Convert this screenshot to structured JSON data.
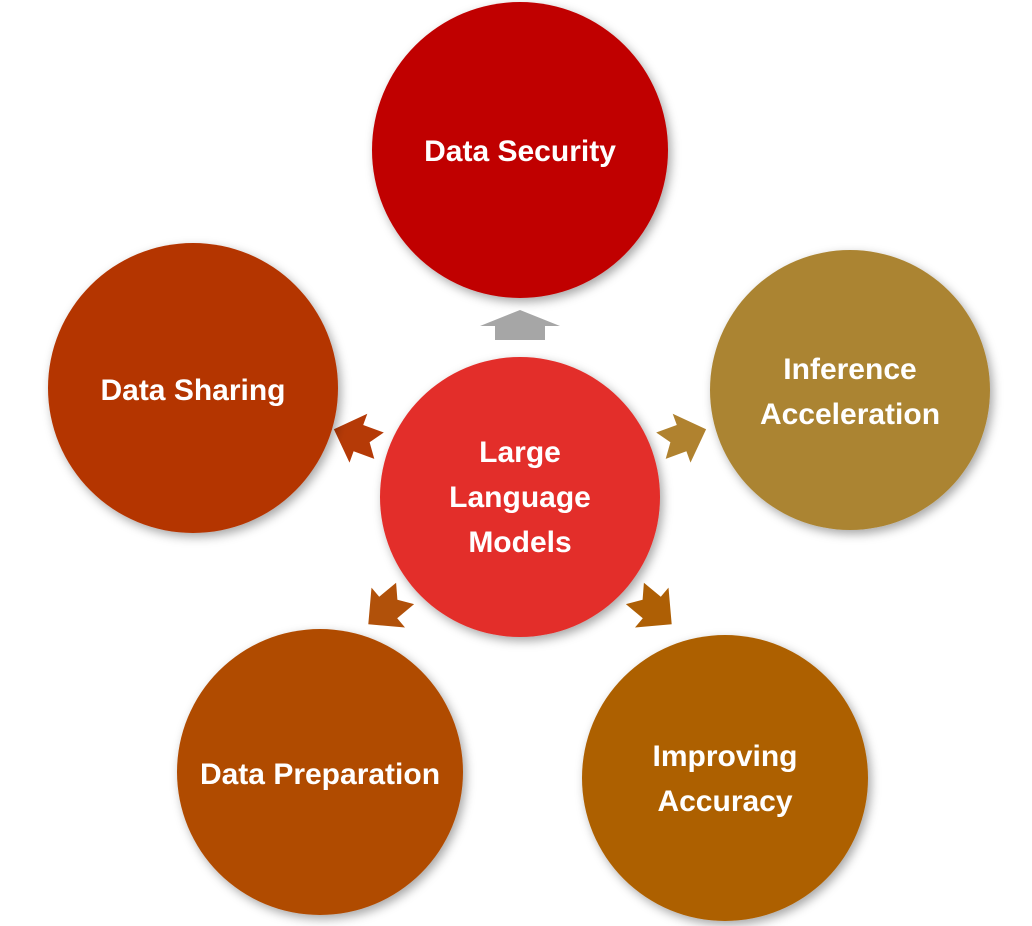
{
  "center": {
    "label_lines": [
      "Large",
      "Language",
      "Models"
    ],
    "color": "#E32D29"
  },
  "nodes": [
    {
      "id": "data-security",
      "label_lines": [
        "Data Security"
      ],
      "color": "#C00000",
      "arrow_color": "#A6A6A6"
    },
    {
      "id": "inference-acceleration",
      "label_lines": [
        "Inference",
        "Acceleration"
      ],
      "color": "#AB8433",
      "arrow_color": "#B0822F"
    },
    {
      "id": "improving-accuracy",
      "label_lines": [
        "Improving",
        "Accuracy"
      ],
      "color": "#AD6004",
      "arrow_color": "#AE5F05"
    },
    {
      "id": "data-preparation",
      "label_lines": [
        "Data Preparation"
      ],
      "color": "#B04B04",
      "arrow_color": "#B1510A"
    },
    {
      "id": "data-sharing",
      "label_lines": [
        "Data Sharing"
      ],
      "color": "#B43402",
      "arrow_color": "#B53A07"
    }
  ]
}
